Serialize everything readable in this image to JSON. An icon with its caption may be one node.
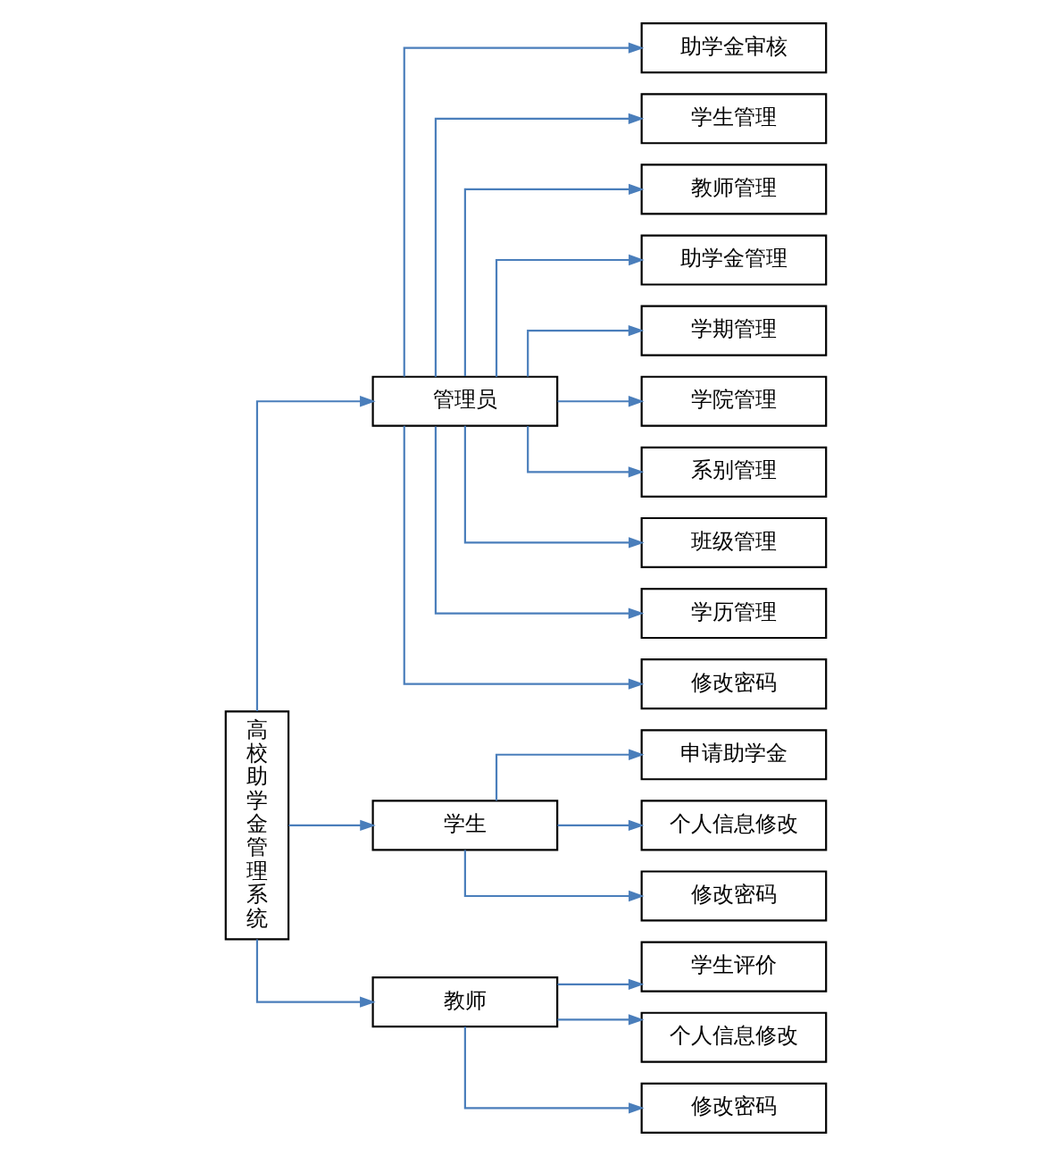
{
  "diagram": {
    "nodes": [
      {
        "text": [
          "高校助学金管理系统"
        ]
      },
      {
        "text": [
          "管理员"
        ]
      },
      {
        "text": [
          "学生"
        ]
      },
      {
        "text": [
          "教师"
        ]
      },
      {
        "text": [
          "助学金审核"
        ]
      },
      {
        "text": [
          "学生管理"
        ]
      },
      {
        "text": [
          "教师管理"
        ]
      },
      {
        "text": [
          "助学金管理"
        ]
      },
      {
        "text": [
          "学期管理"
        ]
      },
      {
        "text": [
          "学院管理"
        ]
      },
      {
        "text": [
          "系别管理"
        ]
      },
      {
        "text": [
          "班级管理"
        ]
      },
      {
        "text": [
          "学历管理"
        ]
      },
      {
        "text": [
          "修改密码"
        ]
      },
      {
        "text": [
          "申请助学金"
        ]
      },
      {
        "text": [
          "个人信息修改"
        ]
      },
      {
        "text": [
          "修改密码"
        ]
      },
      {
        "text": [
          "学生评价"
        ]
      },
      {
        "text": [
          "个人信息修改"
        ]
      },
      {
        "text": [
          "修改密码"
        ]
      }
    ],
    "edges": [
      {
        "from": 0,
        "to": 1,
        "arrow": "to"
      },
      {
        "from": 0,
        "to": 2,
        "arrow": "to"
      },
      {
        "from": 0,
        "to": 3,
        "arrow": "to"
      },
      {
        "from": 1,
        "to": 4,
        "arrow": "to"
      },
      {
        "from": 1,
        "to": 5,
        "arrow": "to"
      },
      {
        "from": 1,
        "to": 6,
        "arrow": "to"
      },
      {
        "from": 1,
        "to": 7,
        "arrow": "to"
      },
      {
        "from": 1,
        "to": 8,
        "arrow": "to"
      },
      {
        "from": 1,
        "to": 9,
        "arrow": "to"
      },
      {
        "from": 1,
        "to": 10,
        "arrow": "to"
      },
      {
        "from": 1,
        "to": 11,
        "arrow": "to"
      },
      {
        "from": 1,
        "to": 12,
        "arrow": "to"
      },
      {
        "from": 1,
        "to": 13,
        "arrow": "to"
      },
      {
        "from": 2,
        "to": 14,
        "arrow": "to"
      },
      {
        "from": 2,
        "to": 15,
        "arrow": "to"
      },
      {
        "from": 2,
        "to": 16,
        "arrow": "to"
      },
      {
        "from": 3,
        "to": 17,
        "arrow": "to"
      },
      {
        "from": 3,
        "to": 18,
        "arrow": "to"
      },
      {
        "from": 3,
        "to": 19,
        "arrow": "to"
      }
    ]
  }
}
